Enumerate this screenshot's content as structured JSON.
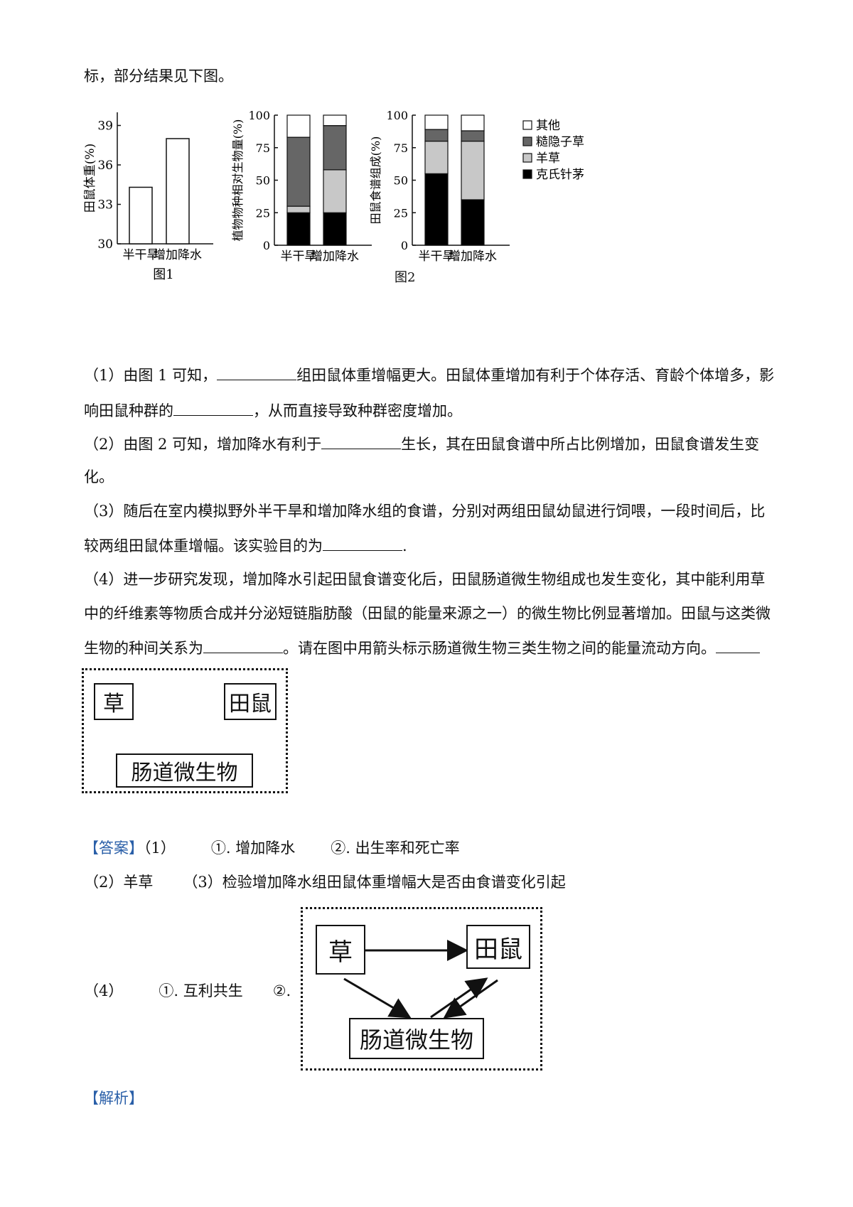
{
  "intro": "标，部分结果见下图。",
  "fig1": {
    "caption": "图1",
    "chart_data": {
      "type": "bar",
      "categories": [
        "半干旱",
        "增加降水"
      ],
      "values": [
        34.3,
        38
      ],
      "ylabel": "田鼠体重(%)",
      "ylim": [
        30,
        40
      ],
      "yticks": [
        30,
        33,
        36,
        39
      ]
    }
  },
  "fig2": {
    "caption": "图2",
    "legend": [
      "其他",
      "糙隐子草",
      "羊草",
      "克氏针茅"
    ],
    "colors": {
      "其他": "#ffffff",
      "糙隐子草": "#666666",
      "羊草": "#c8c8c8",
      "克氏针茅": "#000000"
    },
    "yticks": [
      0,
      25,
      50,
      75,
      100
    ],
    "chart_data": [
      {
        "type": "bar",
        "stacked": true,
        "ylabel": "植物物种相对生物量(%)",
        "categories": [
          "半干旱",
          "增加降水"
        ],
        "ylim": [
          0,
          100
        ],
        "series": [
          {
            "name": "克氏针茅",
            "values": [
              25,
              25
            ]
          },
          {
            "name": "羊草",
            "values": [
              5,
              33
            ]
          },
          {
            "name": "糙隐子草",
            "values": [
              53,
              34
            ]
          },
          {
            "name": "其他",
            "values": [
              17,
              8
            ]
          }
        ]
      },
      {
        "type": "bar",
        "stacked": true,
        "ylabel": "田鼠食谱组成(%)",
        "categories": [
          "半干旱",
          "增加降水"
        ],
        "ylim": [
          0,
          100
        ],
        "series": [
          {
            "name": "克氏针茅",
            "values": [
              55,
              35
            ]
          },
          {
            "name": "羊草",
            "values": [
              25,
              45
            ]
          },
          {
            "name": "糙隐子草",
            "values": [
              9,
              8
            ]
          },
          {
            "name": "其他",
            "values": [
              11,
              12
            ]
          }
        ]
      }
    ]
  },
  "questions": {
    "q1a": "（1）由图 1 可知，",
    "q1b": "组田鼠体重增幅更大。田鼠体重增加有利于个体存活、育龄个体增多，影",
    "q1c": "响田鼠种群的",
    "q1d": "，从而直接导致种群密度增加。",
    "q2a": "（2）由图 2 可知，增加降水有利于",
    "q2b": "生长，其在田鼠食谱中所占比例增加，田鼠食谱发生变",
    "q2c": "化。",
    "q3a": "（3）随后在室内模拟野外半干旱和增加降水组的食谱，分别对两组田鼠幼鼠进行饲喂，一段时间后，比",
    "q3b": "较两组田鼠体重增幅。该实验目的为",
    "q3c": ".",
    "q4a": "（4）进一步研究发现，增加降水引起田鼠食谱变化后，田鼠肠道微生物组成也发生变化，其中能利用草",
    "q4b": "中的纤维素等物质合成并分泌短链脂肪酸（田鼠的能量来源之一）的微生物比例显著增加。田鼠与这类微",
    "q4c": "生物的种间关系为",
    "q4d": "。请在图中用箭头标示肠道微生物三类生物之间的能量流动方向。"
  },
  "diagram": {
    "grass": "草",
    "vole": "田鼠",
    "microbe": "肠道微生物"
  },
  "answer": {
    "tag": "【答案】",
    "a1_num": "（1）",
    "a1_i": "①. 增加降水",
    "a1_ii": "②. 出生率和死亡率",
    "a2": "（2）羊草",
    "a3": "（3）检验增加降水组田鼠体重增幅大是否由食谱变化引起",
    "a4_num": "（4）",
    "a4_i": "①. 互利共生",
    "a4_ii": "②."
  },
  "analysis_tag": "【解析】"
}
